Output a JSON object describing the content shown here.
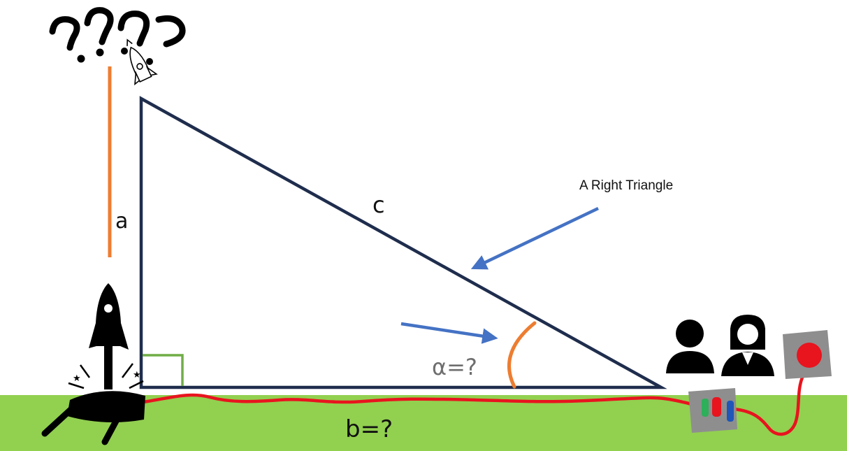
{
  "diagram": {
    "labels": {
      "side_a": "a",
      "side_c": "c",
      "side_b": "b=?",
      "angle_alpha": "α=?",
      "caption": "A Right Triangle"
    },
    "colors": {
      "ground": "#92d050",
      "triangle": "#1f2d4d",
      "height_line": "#ed7d31",
      "angle_arc": "#ed7d31",
      "right_angle_marker": "#70ad47",
      "arrows": "#4472c4",
      "wire": "#e8141e",
      "silhouettes": "#000000",
      "device_body": "#8e8e8e",
      "device_button": "#e8141e"
    },
    "icons": [
      "question-marks-icon",
      "rocket-in-flight-icon",
      "rocket-on-launchpad-icon",
      "people-icon",
      "control-box-icon",
      "launch-button-icon"
    ]
  }
}
